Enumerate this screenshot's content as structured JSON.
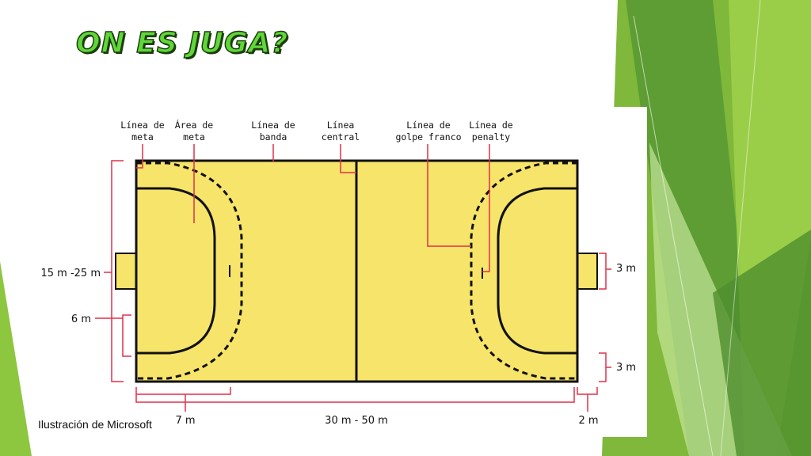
{
  "slide": {
    "title": "ON ES JUGA?",
    "credit": "Ilustración de Microsoft",
    "accent_color": "#8dc63f"
  },
  "diagram": {
    "labels": {
      "linea_meta": [
        "Línea de",
        "meta"
      ],
      "area_meta": [
        "Área de",
        "meta"
      ],
      "linea_banda": [
        "Línea de",
        "banda"
      ],
      "linea_central": [
        "Línea",
        "central"
      ],
      "linea_golpe_franco": [
        "Línea de",
        "golpe franco"
      ],
      "linea_penalty": [
        "Línea de",
        "penalty"
      ]
    },
    "dimensions": {
      "width": "15 m -25 m",
      "area": "6 m",
      "goal_top": "3 m",
      "goal_bottom": "3 m",
      "area_depth": "7 m",
      "length": "30 m - 50 m",
      "margin": "2 m"
    },
    "colors": {
      "court": "#f7e46a",
      "lines": "#111111",
      "leaders": "#e0304a"
    }
  }
}
